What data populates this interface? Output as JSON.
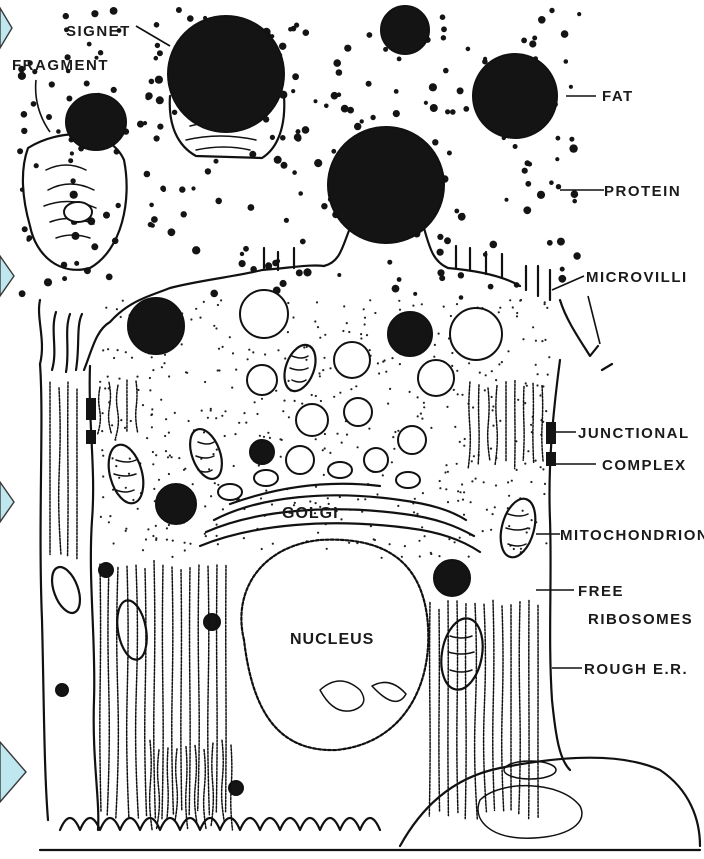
{
  "labels": {
    "signet": "SIGNET",
    "fragment": "FRAGMENT",
    "fat": "FAT",
    "protein": "PROTEIN",
    "microvilli": "MICROVILLI",
    "junctional": "JUNCTIONAL",
    "complex": "COMPLEX",
    "golgi": "GOLGI",
    "mitochondrion": "MITOCHONDRION",
    "free": "FREE",
    "ribosomes": "RIBOSOMES",
    "nucleus": "NUCLEUS",
    "rough_er": "ROUGH E.R."
  },
  "colors": {
    "ink": "#141414",
    "paper": "#ffffff",
    "nav_arrow_fill": "#bfe7ef"
  },
  "nav_arrows": [
    {
      "icon": "chevron-right-icon"
    },
    {
      "icon": "chevron-right-icon"
    },
    {
      "icon": "chevron-right-icon"
    },
    {
      "icon": "chevron-right-icon"
    }
  ]
}
